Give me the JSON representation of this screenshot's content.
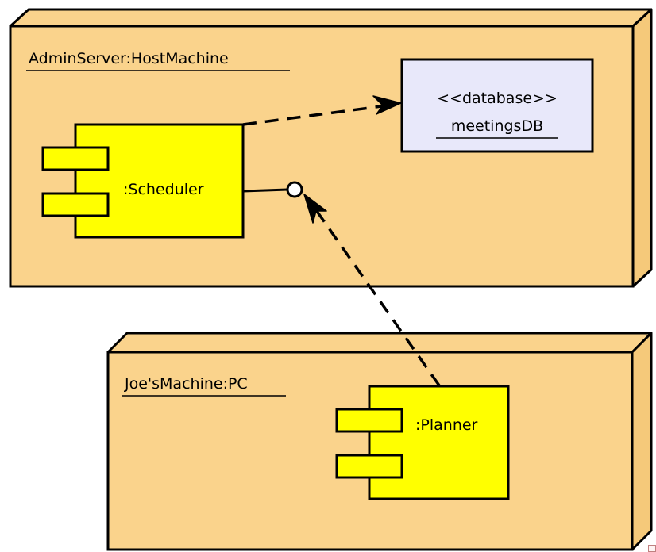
{
  "diagram": {
    "nodes": [
      {
        "id": "admin-server",
        "name": "AdminServer:HostMachine",
        "components": [
          {
            "id": "scheduler",
            "name": ":Scheduler"
          }
        ],
        "artifacts": [
          {
            "id": "meetings-db",
            "stereotype": "<<database>>",
            "name": "meetingsDB"
          }
        ]
      },
      {
        "id": "joes-machine",
        "name": "Joe'sMachine:PC",
        "components": [
          {
            "id": "planner",
            "name": ":Planner"
          }
        ]
      }
    ],
    "connections": [
      {
        "from": "scheduler",
        "to": "meetings-db",
        "style": "dashed-arrow"
      },
      {
        "from": "planner",
        "to": "scheduler-interface",
        "style": "dashed-arrow"
      },
      {
        "from": "scheduler",
        "to": "scheduler-interface",
        "style": "lollipop"
      }
    ]
  },
  "colors": {
    "node_fill": "#FAD38C",
    "node_side": "#F5C97A",
    "component_fill": "#FFFF00",
    "artifact_fill": "#E8E8FA",
    "stroke": "#000000"
  }
}
